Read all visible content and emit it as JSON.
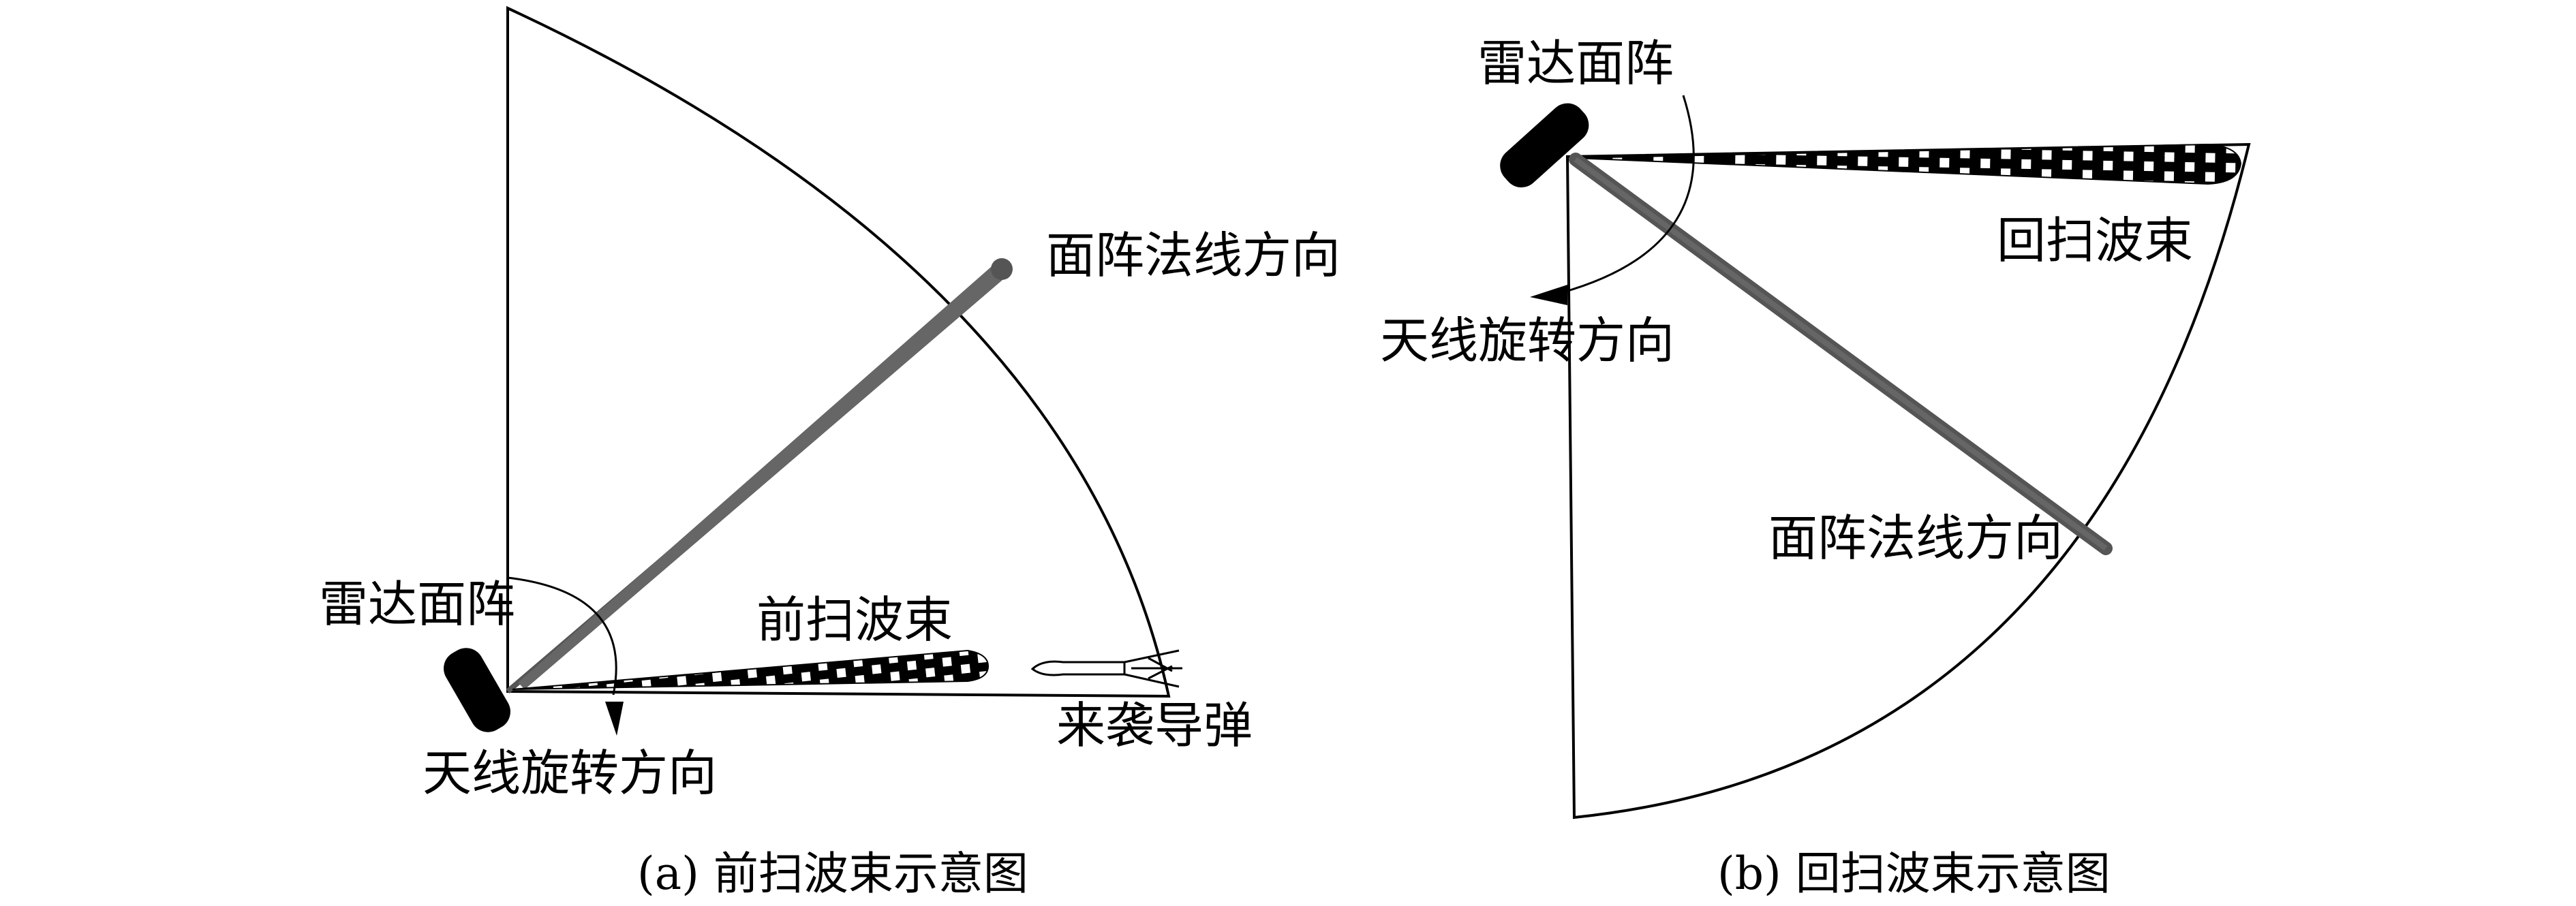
{
  "panel_a": {
    "radar_label": "雷达面阵",
    "normal_label": "面阵法线方向",
    "beam_label": "前扫波束",
    "rotation_label": "天线旋转方向",
    "missile_label": "来袭导弹",
    "caption": "(a) 前扫波束示意图"
  },
  "panel_b": {
    "radar_label": "雷达面阵",
    "rotation_label": "天线旋转方向",
    "beam_label": "回扫波束",
    "normal_label": "面阵法线方向",
    "caption": "(b) 回扫波束示意图"
  },
  "colors": {
    "stroke": "#000000",
    "normal_beam": "#555555",
    "background": "#ffffff"
  }
}
